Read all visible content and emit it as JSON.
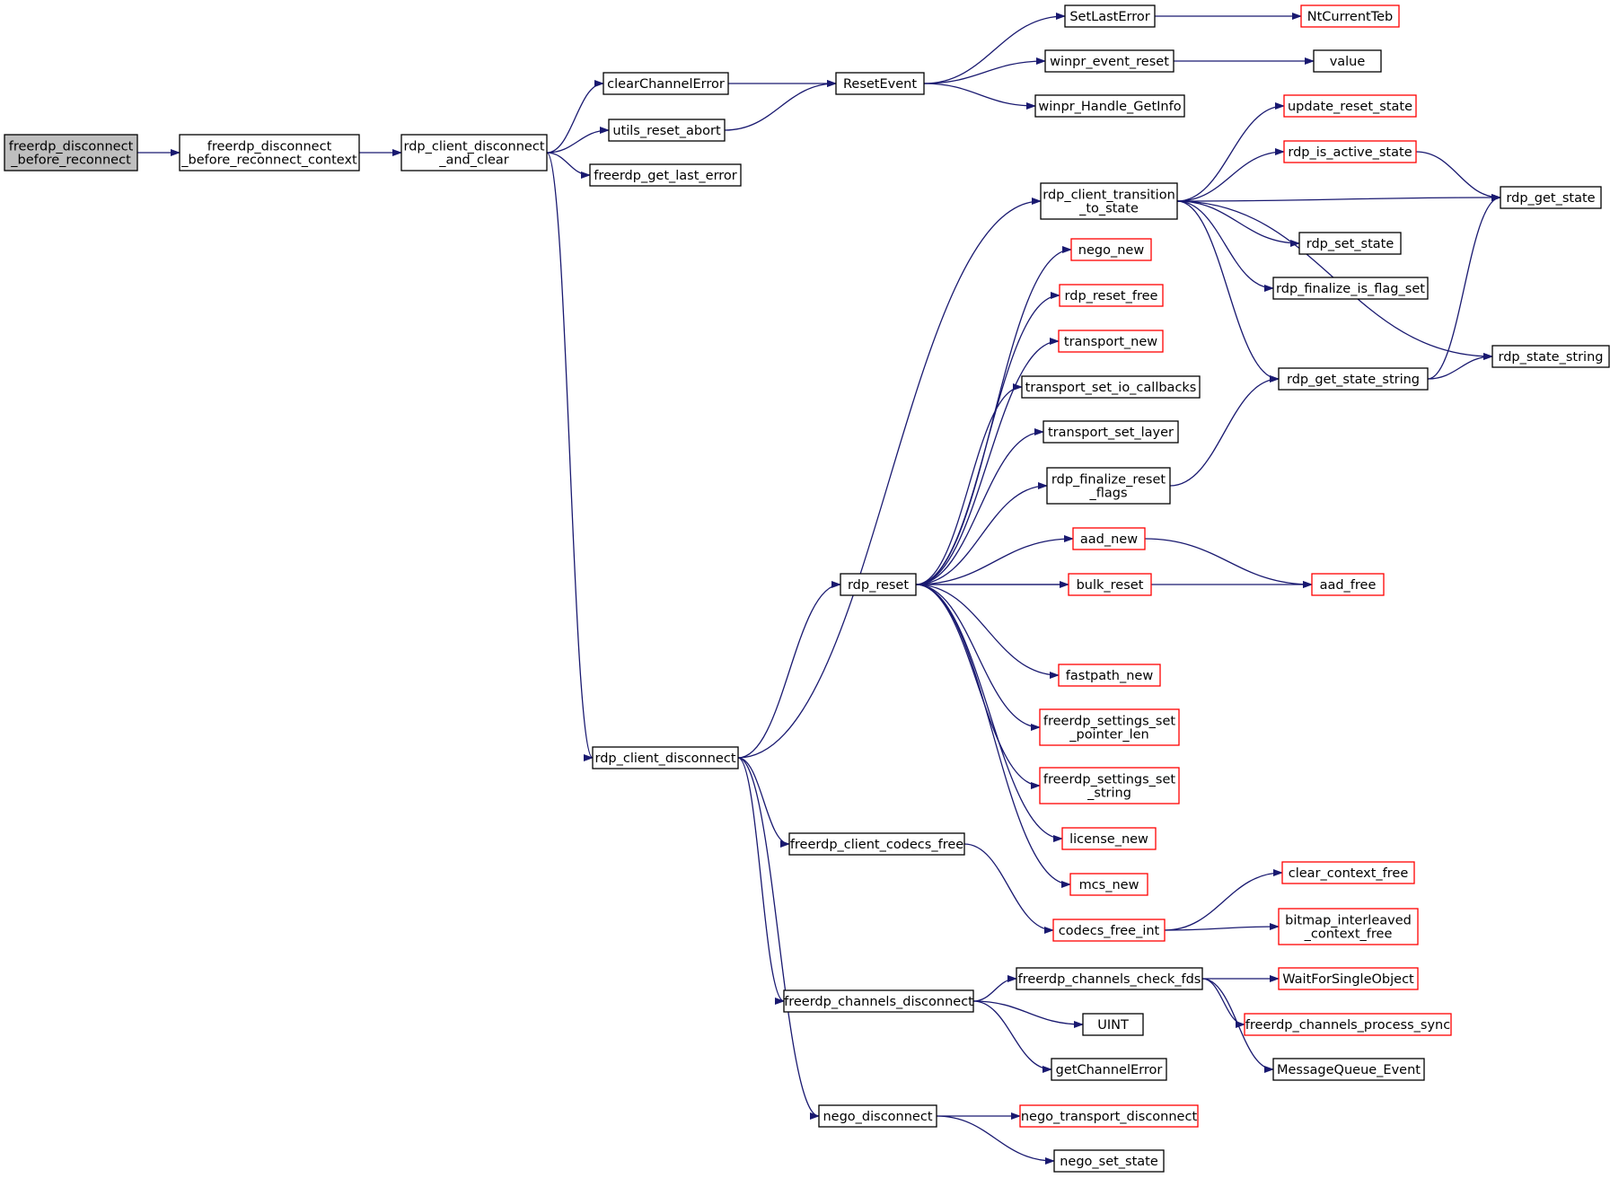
{
  "colors": {
    "edge": "#191970",
    "box_border": "#000000",
    "box_border_truncated": "#ff0000",
    "box_fill": "#ffffff",
    "root_fill": "#bfbfbf"
  },
  "nodes": [
    {
      "id": "n0",
      "lines": [
        "freerdp_disconnect",
        "_before_reconnect"
      ],
      "root": true
    },
    {
      "id": "n1",
      "lines": [
        "freerdp_disconnect",
        "_before_reconnect_context"
      ]
    },
    {
      "id": "n2",
      "lines": [
        "rdp_client_disconnect",
        "_and_clear"
      ]
    },
    {
      "id": "n3",
      "lines": [
        "clearChannelError"
      ]
    },
    {
      "id": "n4",
      "lines": [
        "utils_reset_abort"
      ]
    },
    {
      "id": "n5",
      "lines": [
        "freerdp_get_last_error"
      ]
    },
    {
      "id": "n6",
      "lines": [
        "rdp_client_disconnect"
      ]
    },
    {
      "id": "n7",
      "lines": [
        "ResetEvent"
      ]
    },
    {
      "id": "n8",
      "lines": [
        "SetLastError"
      ]
    },
    {
      "id": "n9",
      "lines": [
        "winpr_event_reset"
      ]
    },
    {
      "id": "n10",
      "lines": [
        "winpr_Handle_GetInfo"
      ]
    },
    {
      "id": "n11",
      "lines": [
        "NtCurrentTeb"
      ],
      "truncated": true
    },
    {
      "id": "n12",
      "lines": [
        "value"
      ]
    },
    {
      "id": "n13",
      "lines": [
        "rdp_client_transition",
        "_to_state"
      ]
    },
    {
      "id": "n14",
      "lines": [
        "update_reset_state"
      ],
      "truncated": true
    },
    {
      "id": "n15",
      "lines": [
        "rdp_is_active_state"
      ],
      "truncated": true
    },
    {
      "id": "n16",
      "lines": [
        "rdp_get_state"
      ]
    },
    {
      "id": "n17",
      "lines": [
        "rdp_set_state"
      ]
    },
    {
      "id": "n18",
      "lines": [
        "rdp_finalize_is_flag_set"
      ]
    },
    {
      "id": "n19",
      "lines": [
        "rdp_state_string"
      ]
    },
    {
      "id": "n20",
      "lines": [
        "rdp_get_state_string"
      ]
    },
    {
      "id": "n21",
      "lines": [
        "rdp_reset"
      ]
    },
    {
      "id": "n22",
      "lines": [
        "nego_new"
      ],
      "truncated": true
    },
    {
      "id": "n23",
      "lines": [
        "rdp_reset_free"
      ],
      "truncated": true
    },
    {
      "id": "n24",
      "lines": [
        "transport_new"
      ],
      "truncated": true
    },
    {
      "id": "n25",
      "lines": [
        "transport_set_io_callbacks"
      ]
    },
    {
      "id": "n26",
      "lines": [
        "transport_set_layer"
      ]
    },
    {
      "id": "n27",
      "lines": [
        "rdp_finalize_reset",
        "_flags"
      ]
    },
    {
      "id": "n28",
      "lines": [
        "aad_new"
      ],
      "truncated": true
    },
    {
      "id": "n29",
      "lines": [
        "bulk_reset"
      ],
      "truncated": true
    },
    {
      "id": "n30",
      "lines": [
        "aad_free"
      ],
      "truncated": true
    },
    {
      "id": "n31",
      "lines": [
        "fastpath_new"
      ],
      "truncated": true
    },
    {
      "id": "n32",
      "lines": [
        "freerdp_settings_set",
        "_pointer_len"
      ],
      "truncated": true
    },
    {
      "id": "n33",
      "lines": [
        "freerdp_settings_set",
        "_string"
      ],
      "truncated": true
    },
    {
      "id": "n34",
      "lines": [
        "license_new"
      ],
      "truncated": true
    },
    {
      "id": "n35",
      "lines": [
        "mcs_new"
      ],
      "truncated": true
    },
    {
      "id": "n36",
      "lines": [
        "freerdp_client_codecs_free"
      ]
    },
    {
      "id": "n37",
      "lines": [
        "codecs_free_int"
      ],
      "truncated": true
    },
    {
      "id": "n38",
      "lines": [
        "clear_context_free"
      ],
      "truncated": true
    },
    {
      "id": "n39",
      "lines": [
        "bitmap_interleaved",
        "_context_free"
      ],
      "truncated": true
    },
    {
      "id": "n40",
      "lines": [
        "freerdp_channels_disconnect"
      ]
    },
    {
      "id": "n41",
      "lines": [
        "freerdp_channels_check_fds"
      ]
    },
    {
      "id": "n42",
      "lines": [
        "WaitForSingleObject"
      ],
      "truncated": true
    },
    {
      "id": "n43",
      "lines": [
        "freerdp_channels_process_sync"
      ],
      "truncated": true
    },
    {
      "id": "n44",
      "lines": [
        "MessageQueue_Event"
      ]
    },
    {
      "id": "n45",
      "lines": [
        "UINT"
      ]
    },
    {
      "id": "n46",
      "lines": [
        "getChannelError"
      ]
    },
    {
      "id": "n47",
      "lines": [
        "nego_disconnect"
      ]
    },
    {
      "id": "n48",
      "lines": [
        "nego_transport_disconnect"
      ],
      "truncated": true
    },
    {
      "id": "n49",
      "lines": [
        "nego_set_state"
      ]
    }
  ],
  "edges": [
    [
      "n0",
      "n1"
    ],
    [
      "n1",
      "n2"
    ],
    [
      "n2",
      "n3"
    ],
    [
      "n2",
      "n4"
    ],
    [
      "n2",
      "n5"
    ],
    [
      "n2",
      "n6"
    ],
    [
      "n3",
      "n7"
    ],
    [
      "n4",
      "n7"
    ],
    [
      "n7",
      "n8"
    ],
    [
      "n7",
      "n9"
    ],
    [
      "n7",
      "n10"
    ],
    [
      "n8",
      "n11"
    ],
    [
      "n9",
      "n12"
    ],
    [
      "n6",
      "n13"
    ],
    [
      "n6",
      "n21"
    ],
    [
      "n6",
      "n36"
    ],
    [
      "n6",
      "n40"
    ],
    [
      "n6",
      "n47"
    ],
    [
      "n13",
      "n14"
    ],
    [
      "n13",
      "n15"
    ],
    [
      "n13",
      "n16"
    ],
    [
      "n13",
      "n17"
    ],
    [
      "n13",
      "n18"
    ],
    [
      "n13",
      "n19"
    ],
    [
      "n13",
      "n20"
    ],
    [
      "n15",
      "n16"
    ],
    [
      "n20",
      "n16"
    ],
    [
      "n20",
      "n19"
    ],
    [
      "n21",
      "n22"
    ],
    [
      "n21",
      "n23"
    ],
    [
      "n21",
      "n24"
    ],
    [
      "n21",
      "n25"
    ],
    [
      "n21",
      "n26"
    ],
    [
      "n21",
      "n27"
    ],
    [
      "n21",
      "n28"
    ],
    [
      "n21",
      "n29"
    ],
    [
      "n21",
      "n30"
    ],
    [
      "n21",
      "n31"
    ],
    [
      "n21",
      "n32"
    ],
    [
      "n21",
      "n33"
    ],
    [
      "n21",
      "n34"
    ],
    [
      "n21",
      "n35"
    ],
    [
      "n27",
      "n20"
    ],
    [
      "n28",
      "n30"
    ],
    [
      "n36",
      "n37"
    ],
    [
      "n37",
      "n38"
    ],
    [
      "n37",
      "n39"
    ],
    [
      "n40",
      "n41"
    ],
    [
      "n40",
      "n45"
    ],
    [
      "n40",
      "n46"
    ],
    [
      "n41",
      "n42"
    ],
    [
      "n41",
      "n43"
    ],
    [
      "n41",
      "n44"
    ],
    [
      "n47",
      "n48"
    ],
    [
      "n47",
      "n49"
    ]
  ]
}
